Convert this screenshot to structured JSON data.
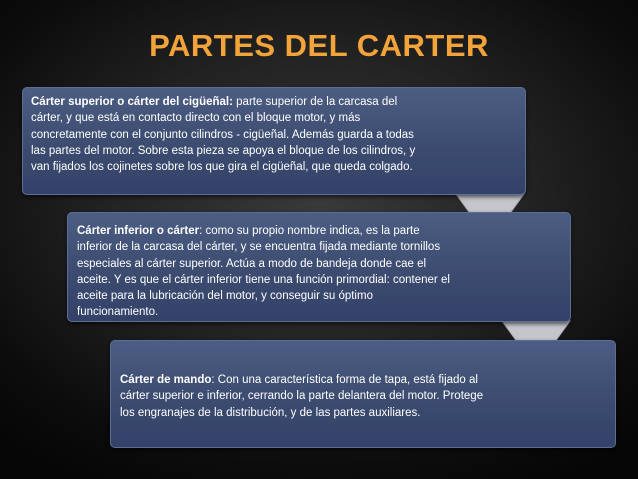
{
  "title": "PARTES DEL CARTER",
  "boxes": [
    {
      "heading": "Cárter superior o cárter del cigüeñal:",
      "body": " parte superior de la carcasa del cárter, y que está en contacto directo con el bloque motor, y más concretamente con el conjunto cilindros - cigüeñal. Además guarda a todas las partes del motor. Sobre esta pieza se apoya el bloque de los cilindros, y van fijados los cojinetes sobre los que gira el cigüeñal, que queda colgado."
    },
    {
      "heading": "Cárter inferior o cárter",
      "body": ": como su propio nombre indica, es la parte inferior de la carcasa del cárter, y se encuentra fijada mediante tornillos especiales al cárter superior. Actúa a modo de bandeja donde cae el aceite. Y es que el cárter inferior tiene una función primordial: contener el aceite para la lubricación del motor, y conseguir su óptimo funcionamiento."
    },
    {
      "heading": "Cárter de mando",
      "body": ": Con una característica forma de tapa, está fijado al cárter superior e inferior, cerrando la parte delantera del motor. Protege los engranajes de la distribución, y de las partes auxiliares."
    }
  ]
}
